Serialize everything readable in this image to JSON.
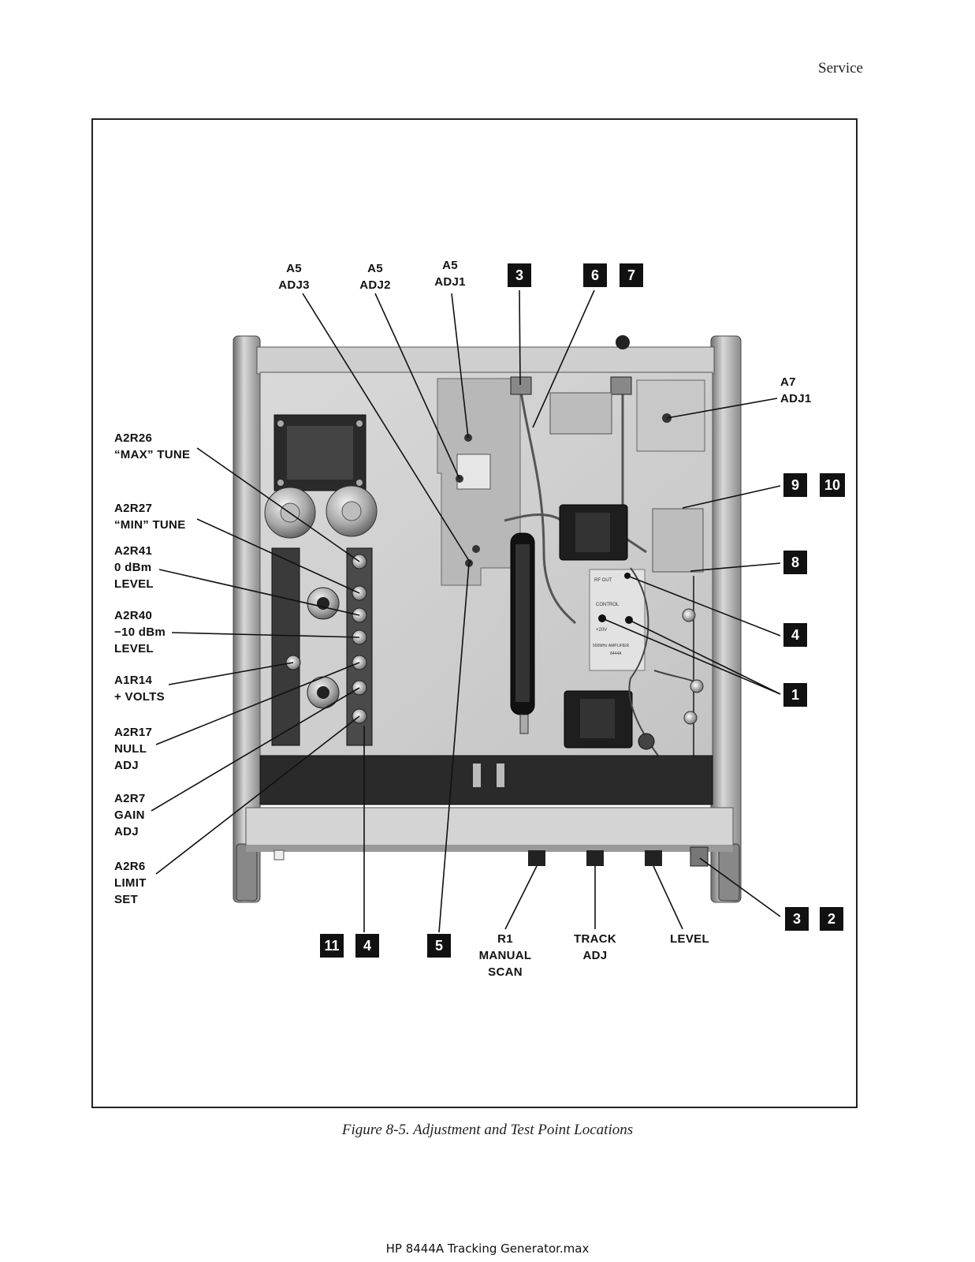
{
  "header": {
    "section": "Service"
  },
  "figure": {
    "caption": "Figure 8-5.  Adjustment and Test Point Locations",
    "top_labels": {
      "a5_adj3": [
        "A5",
        "ADJ3"
      ],
      "a5_adj2": [
        "A5",
        "ADJ2"
      ],
      "a5_adj1": [
        "A5",
        "ADJ1"
      ]
    },
    "left_labels": {
      "a2r26": [
        "A2R26",
        "“MAX” TUNE"
      ],
      "a2r27": [
        "A2R27",
        "“MIN” TUNE"
      ],
      "a2r41": [
        "A2R41",
        "0 dBm",
        "LEVEL"
      ],
      "a2r40": [
        "A2R40",
        "−10 dBm",
        "LEVEL"
      ],
      "a1r14": [
        "A1R14",
        "+ VOLTS"
      ],
      "a2r17": [
        "A2R17",
        "NULL",
        "ADJ"
      ],
      "a2r7": [
        "A2R7",
        "GAIN",
        "ADJ"
      ],
      "a2r6": [
        "A2R6",
        "LIMIT",
        "SET"
      ]
    },
    "right_labels": {
      "a7_adj1": [
        "A7",
        "ADJ1"
      ]
    },
    "bottom_labels": {
      "r1": [
        "R1",
        "MANUAL",
        "SCAN"
      ],
      "track_adj": [
        "TRACK",
        "ADJ"
      ],
      "level": [
        "LEVEL"
      ]
    },
    "badges": {
      "top_3": "3",
      "top_6": "6",
      "top_7": "7",
      "right_9": "9",
      "right_10": "10",
      "right_8": "8",
      "right_4": "4",
      "right_1": "1",
      "right_3": "3",
      "right_2": "2",
      "bottom_11": "11",
      "bottom_4": "4",
      "bottom_5": "5"
    },
    "board_markings": {
      "rf_out": "RF OUT",
      "control": "CONTROL",
      "plus20v": "+20V",
      "amp": "500MHz AMPLIFIER",
      "model": "8444A"
    }
  },
  "footer": {
    "text": "HP 8444A Tracking Generator.max"
  }
}
